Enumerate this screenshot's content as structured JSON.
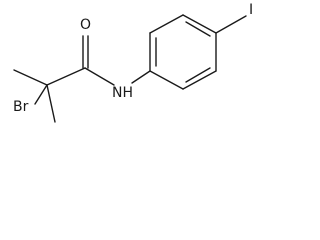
{
  "molecule": {
    "atoms": {
      "oxygen": "O",
      "nitrogen_hydrogen": "NH",
      "iodine": "I",
      "bromine": "Br"
    }
  }
}
